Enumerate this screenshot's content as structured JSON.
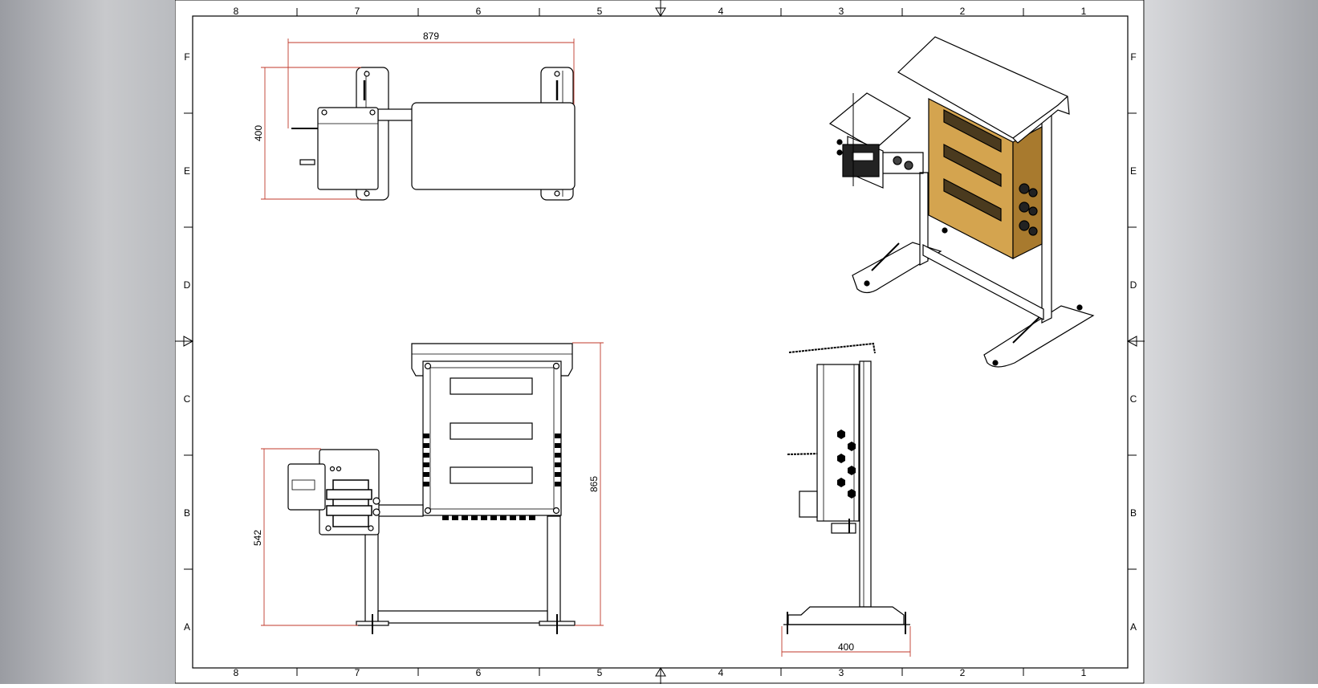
{
  "sheet": {
    "zone_numbers": [
      "8",
      "7",
      "6",
      "5",
      "4",
      "3",
      "2",
      "1"
    ],
    "zone_letters": [
      "F",
      "E",
      "D",
      "C",
      "B",
      "A"
    ]
  },
  "dimensions": {
    "top_width": "879",
    "top_depth": "400",
    "front_height": "865",
    "front_side_height": "542",
    "side_base_width": "400"
  },
  "colors": {
    "line": "#000000",
    "dimension": "#c0392b",
    "panel_fill": "#d4a44f",
    "panel_dark": "#a87a2e"
  }
}
